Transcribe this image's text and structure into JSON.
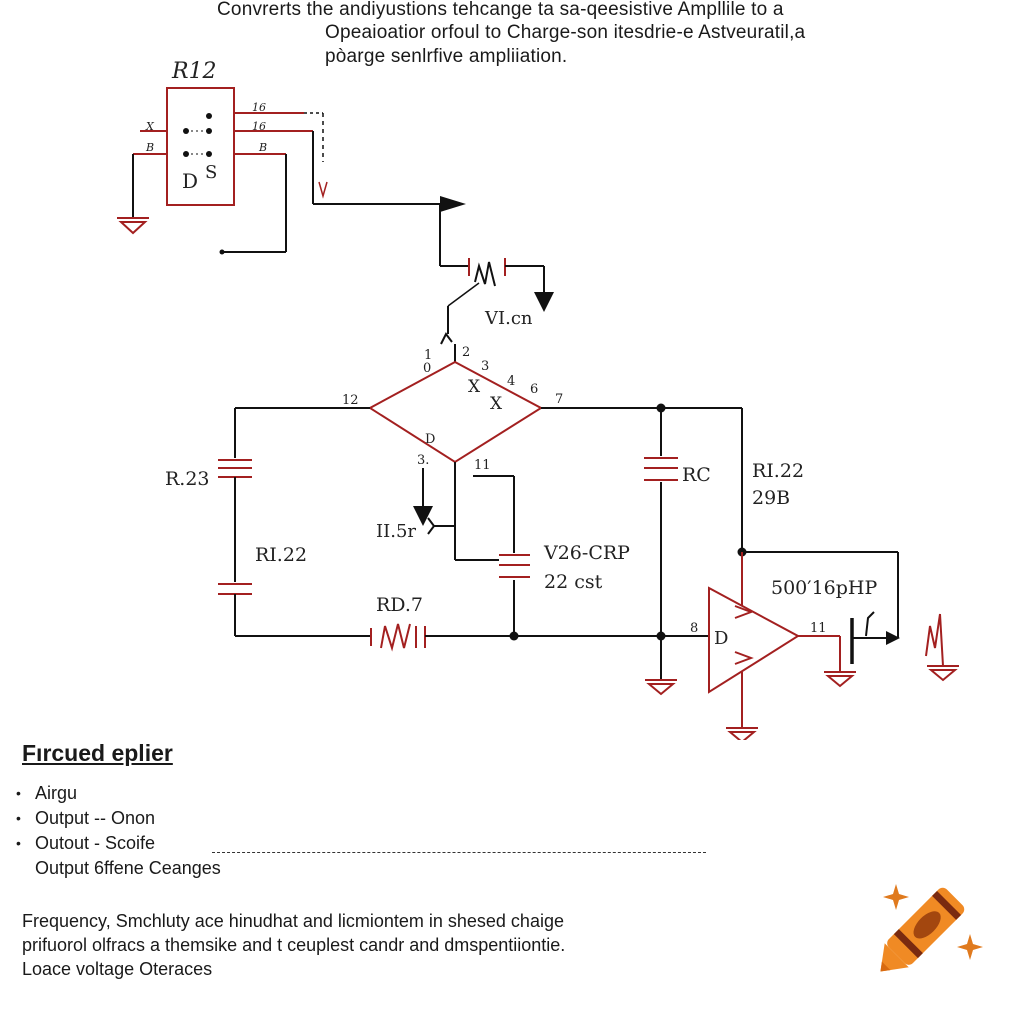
{
  "title": {
    "line1": "Convrerts the andiyustions tehcange ta sa-qeesistive Ampllile to a",
    "line2": "Opeaioatior orfoul to Charge-son itesdrie-e Astveuratil,a",
    "line3": "pòarge senlrfive ampliiation."
  },
  "schematic": {
    "r12_top": "R12",
    "relay_pin_x": "X",
    "relay_pin_b_left": "B",
    "relay_pin_16a": "16",
    "relay_pin_16b": "16",
    "relay_pin_b_right": "B",
    "relay_d": "D",
    "relay_s": "S",
    "v_mark": "V",
    "vi_label": "VI.cn",
    "node_1": "1",
    "node_0": "0",
    "node_2": "2",
    "node_3": "3",
    "node_4": "4",
    "node_6": "6",
    "node_7": "7",
    "node_12": "12",
    "bridge_x1": "X",
    "bridge_x2": "X",
    "bridge_d": "D",
    "node_3b": "3.",
    "node_11": "11",
    "r23": "R.23",
    "ri22_left": "RI.22",
    "i15": "II.5r",
    "v26": "V26-CRP",
    "cst22": "22 cst",
    "rd7": "RD.7",
    "rc": "RC",
    "ri22_right": "RI.22",
    "b29": "29B",
    "freq_label": "500′16pHP",
    "node_8": "8",
    "node_11b": "11",
    "opamp_d": "D"
  },
  "notes": {
    "heading": "Fırcued eplier",
    "items": [
      "Airgu",
      "Output -- Onon",
      "Outout -  Scoife"
    ],
    "subitem": "Output 6ffene Ceanges",
    "paragraph": [
      "Frequency, Smchluty ace hinudhat  and licmiontem in shesed chaige",
      "prifuorol olfracs a themsike and t ceuplest candr and dmspentiiontie.",
      "Loace voltage Oteraces"
    ]
  },
  "colors": {
    "wire": "#111111",
    "component": "#a32020",
    "crayon_body": "#f08a24",
    "crayon_band": "#7a2a10",
    "sparkle": "#e07a1e"
  },
  "icons": [
    "ground-icon",
    "capacitor-icon",
    "resistor-icon",
    "opamp-icon",
    "crayon-icon",
    "sparkle-icon"
  ]
}
